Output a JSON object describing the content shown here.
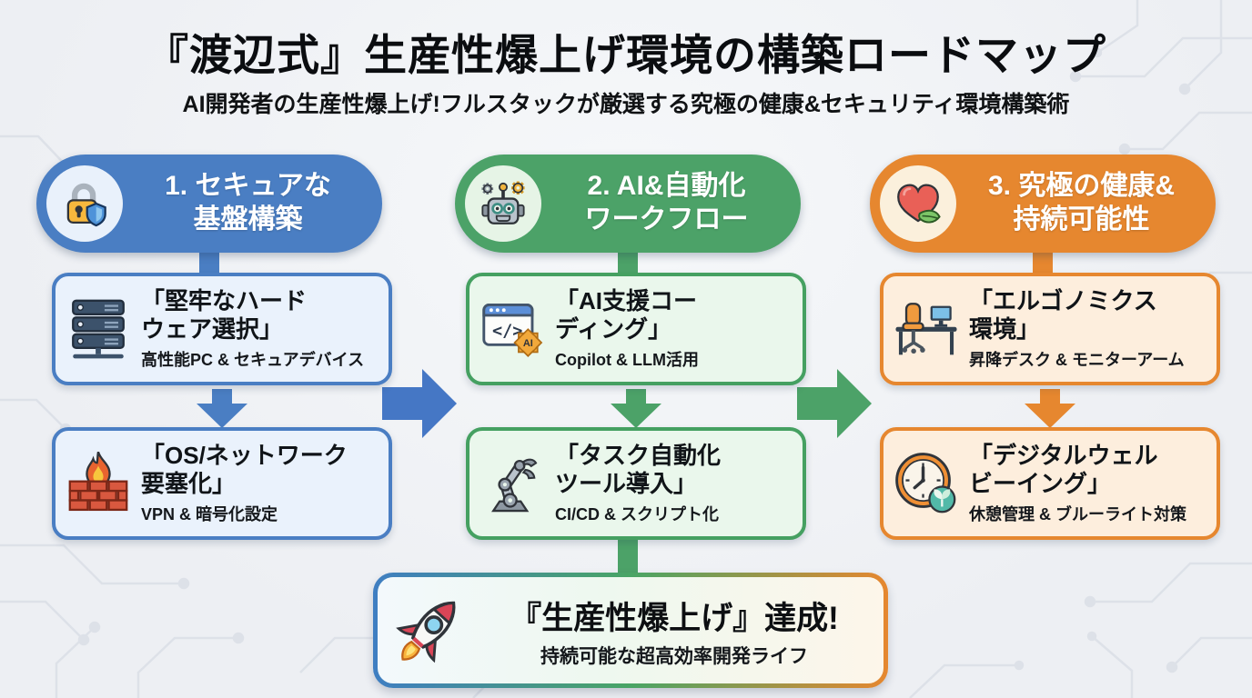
{
  "header": {
    "title": "『渡辺式』生産性爆上げ環境の構築ロードマップ",
    "subtitle": "AI開発者の生産性爆上げ!フルスタックが厳選する究極の健康&セキュリティ環境構築術"
  },
  "columns": [
    {
      "pill": {
        "icon": "lock-shield-icon",
        "line1": "1. セキュアな",
        "line2": "基盤構築",
        "color": "#4a7ec3"
      },
      "boxes": [
        {
          "icon": "server-icon",
          "title_line1": "「堅牢なハード",
          "title_line2": "ウェア選択」",
          "subtitle": "高性能PC & セキュアデバイス"
        },
        {
          "icon": "firewall-icon",
          "title_line1": "「OS/ネットワーク",
          "title_line2": "要塞化」",
          "subtitle": "VPN & 暗号化設定"
        }
      ]
    },
    {
      "pill": {
        "icon": "robot-icon",
        "line1": "2. AI&自動化",
        "line2": "ワークフロー",
        "color": "#4ca268"
      },
      "boxes": [
        {
          "icon": "ai-code-icon",
          "title_line1": "「AI支援コー",
          "title_line2": "ディング」",
          "subtitle": "Copilot & LLM活用"
        },
        {
          "icon": "robot-arm-icon",
          "title_line1": "「タスク自動化",
          "title_line2": "ツール導入」",
          "subtitle": "CI/CD & スクリプト化"
        }
      ]
    },
    {
      "pill": {
        "icon": "heart-leaf-icon",
        "line1": "3. 究極の健康&",
        "line2": "持続可能性",
        "color": "#e6872f"
      },
      "boxes": [
        {
          "icon": "ergonomics-icon",
          "title_line1": "「エルゴノミクス",
          "title_line2": "環境」",
          "subtitle": "昇降デスク & モニターアーム"
        },
        {
          "icon": "clock-leaf-icon",
          "title_line1": "「デジタルウェル",
          "title_line2": "ビーイング」",
          "subtitle": "休憩管理 & ブルーライト対策"
        }
      ]
    }
  ],
  "goal": {
    "icon": "rocket-icon",
    "title": "『生産性爆上げ』達成!",
    "subtitle": "持続可能な超高効率開発ライフ"
  },
  "colors": {
    "blue": "#4a7ec3",
    "green": "#4ca268",
    "orange": "#e6872f",
    "box_blue_bg": "#eaf2fc",
    "box_green_bg": "#eaf7ec",
    "box_orange_bg": "#fdeedd",
    "background": "#edeff3",
    "circuit_trace": "#dde1e8",
    "text": "#101418"
  }
}
